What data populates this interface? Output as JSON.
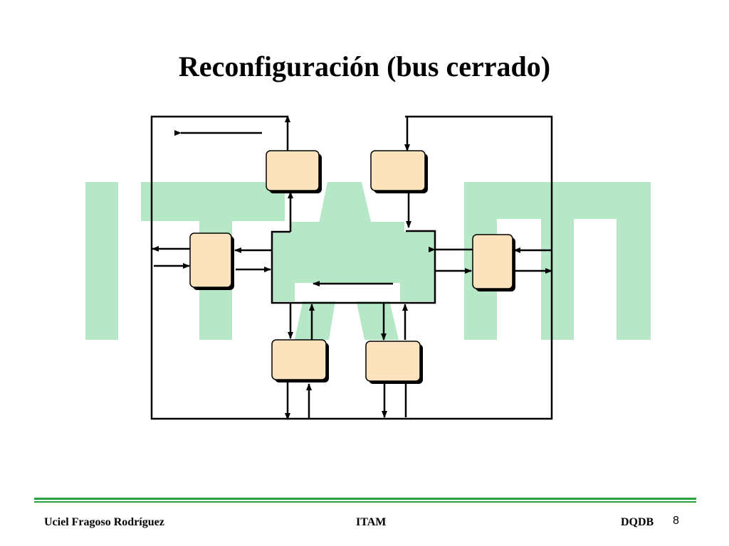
{
  "slide": {
    "title": "Reconfiguración (bus cerrado)",
    "watermark_text": "ITAM"
  },
  "footer": {
    "author": "Uciel Fragoso Rodríguez",
    "institution": "ITAM",
    "topic": "DQDB",
    "page_number": "8"
  },
  "colors": {
    "watermark": "#b6e8c8",
    "node_fill": "#fce3bd",
    "node_shadow": "#000000",
    "lines": "#000000",
    "footer_rule": "#2e9e3e"
  }
}
